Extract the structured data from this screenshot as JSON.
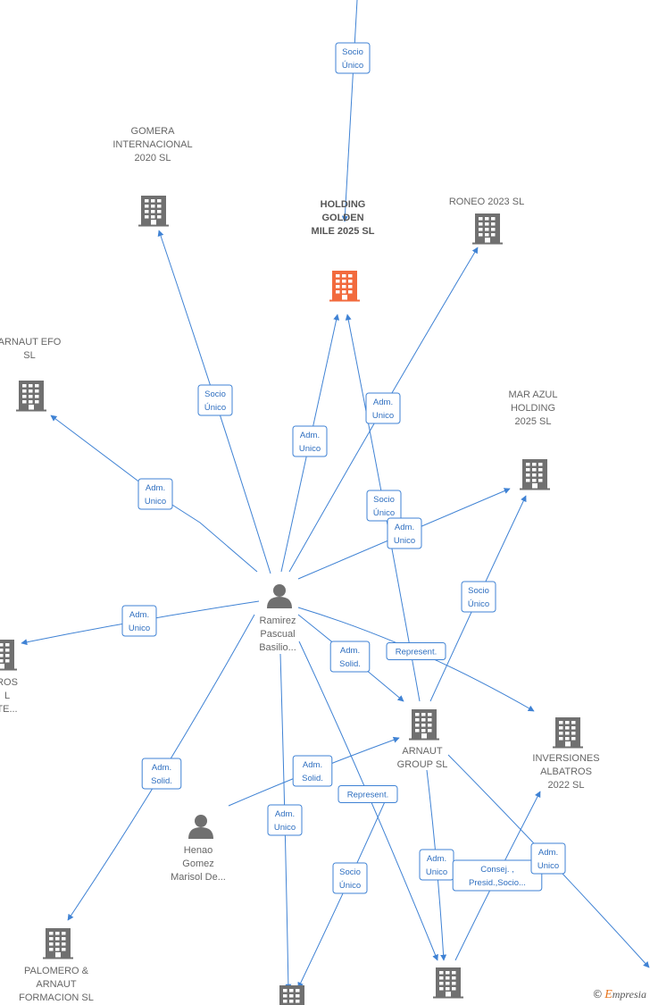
{
  "colors": {
    "edge": "#3f82d4",
    "edge_text": "#2f6fc0",
    "company": "#707070",
    "focus_company": "#f26a3d",
    "person": "#707070",
    "text": "#666666"
  },
  "nodes": [
    {
      "id": "holding",
      "type": "company",
      "focus": true,
      "label": [
        "HOLDING",
        "GOLDEN",
        "MILE 2025  SL"
      ]
    },
    {
      "id": "gomera",
      "type": "company",
      "label": [
        "GOMERA",
        "INTERNACIONAL",
        "2020  SL"
      ]
    },
    {
      "id": "roneo",
      "type": "company",
      "label": [
        "RONEO 2023  SL"
      ]
    },
    {
      "id": "arnautefo",
      "type": "company",
      "label": [
        "ARNAUT EFO",
        "SL"
      ]
    },
    {
      "id": "marazul",
      "type": "company",
      "label": [
        "MAR AZUL",
        "HOLDING",
        "2025  SL"
      ]
    },
    {
      "id": "ramirez",
      "type": "person",
      "label": [
        "Ramirez",
        "Pascual",
        "Basilio..."
      ]
    },
    {
      "id": "leftcut",
      "type": "company",
      "label": [
        "ROS",
        "L",
        "TE..."
      ]
    },
    {
      "id": "arnautgroup",
      "type": "company",
      "label": [
        "ARNAUT",
        "GROUP  SL"
      ]
    },
    {
      "id": "albatros",
      "type": "company",
      "label": [
        "INVERSIONES",
        "ALBATROS",
        "2022  SL"
      ]
    },
    {
      "id": "henao",
      "type": "person",
      "label": [
        "Henao",
        "Gomez",
        "Marisol De..."
      ]
    },
    {
      "id": "palomero",
      "type": "company",
      "label": [
        "PALOMERO &",
        "ARNAUT",
        "FORMACION SL"
      ]
    },
    {
      "id": "bottom1",
      "type": "company",
      "label": []
    },
    {
      "id": "bottom2",
      "type": "company",
      "label": []
    }
  ],
  "edges": [
    {
      "label": [
        "Socio",
        "Único"
      ]
    },
    {
      "label": [
        "Socio",
        "Único"
      ]
    },
    {
      "label": [
        "Adm.",
        "Unico"
      ]
    },
    {
      "label": [
        "Adm.",
        "Unico"
      ]
    },
    {
      "label": [
        "Adm.",
        "Unico"
      ]
    },
    {
      "label": [
        "Socio",
        "Único"
      ]
    },
    {
      "label": [
        "Adm.",
        "Unico"
      ]
    },
    {
      "label": [
        "Adm.",
        "Unico"
      ]
    },
    {
      "label": [
        "Socio",
        "Único"
      ]
    },
    {
      "label": [
        "Adm.",
        "Solid."
      ]
    },
    {
      "label": [
        "Represent."
      ]
    },
    {
      "label": [
        "Adm.",
        "Solid."
      ]
    },
    {
      "label": [
        "Adm.",
        "Solid."
      ]
    },
    {
      "label": [
        "Represent."
      ]
    },
    {
      "label": [
        "Adm.",
        "Unico"
      ]
    },
    {
      "label": [
        "Socio",
        "Único"
      ]
    },
    {
      "label": [
        "Adm.",
        "Unico"
      ]
    },
    {
      "label": [
        "Consej. ,",
        "Presid.,Socio..."
      ]
    },
    {
      "label": [
        "Adm.",
        "Unico"
      ]
    }
  ],
  "footer": {
    "copyright": "©",
    "brand_initial": "E",
    "brand_rest": "mpresia"
  }
}
